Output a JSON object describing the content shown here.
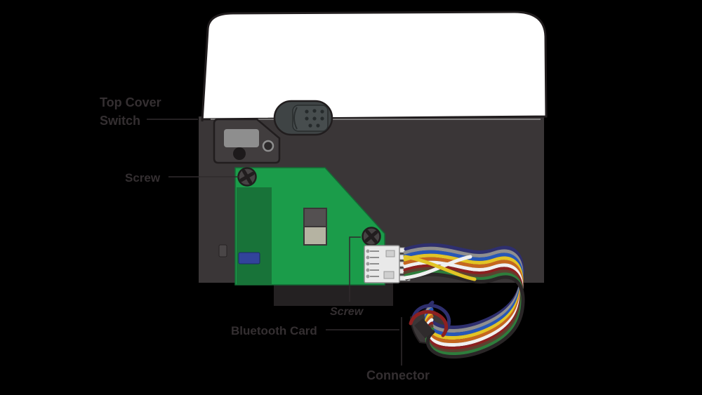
{
  "figure": {
    "background_color": "#000000",
    "labels": {
      "top_cover_switch": {
        "line1": "Top Cover",
        "line2": "Switch"
      },
      "screw_top": "Screw",
      "screw_bottom": "Screw",
      "bluetooth_card": "Bluetooth Card",
      "connector": "Connector"
    },
    "parts": [
      "top-cover",
      "printer-body",
      "control-panel-window",
      "top-cover-switch-button",
      "bluetooth-board",
      "bluetooth-daughter-card",
      "chip",
      "slide-component",
      "screw-top",
      "screw-bottom",
      "wire-harness-connector",
      "cable-bundle",
      "cable-end-connector"
    ],
    "colors": {
      "label_text": "#342f31",
      "leader_line": "#302b2d",
      "cover_white": "#ffffff",
      "cover_shadow_line": "#d9d9d9",
      "body_gray": "#3a3637",
      "body_shadow": "#242122",
      "outline_dark": "#211d1e",
      "panel_gray": "#413d3e",
      "panel_window_gray": "#8e8e8e",
      "panel_dot": "#1d1a1b",
      "switch_pill": "#3f4445",
      "switch_plate": "#474d4e",
      "pcb_green": "#1b9c4a",
      "pcb_edge": "#156a35",
      "pcb_card_green": "#187339",
      "chip_blue": "#32439b",
      "component_top": "#545051",
      "component_bottom": "#b5b3a2",
      "screw_gray": "#474344",
      "connector_white": "#e9e9e9",
      "connector_edge": "#8a8a8a",
      "pin_gray": "#9a9a9a",
      "end_connector_gray": "#3b3738"
    },
    "wire_colors": [
      "#2e2f6e",
      "#8f8f8f",
      "#2757b8",
      "#e2c426",
      "#c5661f",
      "#f0f0f0",
      "#8c2020",
      "#5d4130",
      "#2e7d3c",
      "#2a2627"
    ]
  }
}
